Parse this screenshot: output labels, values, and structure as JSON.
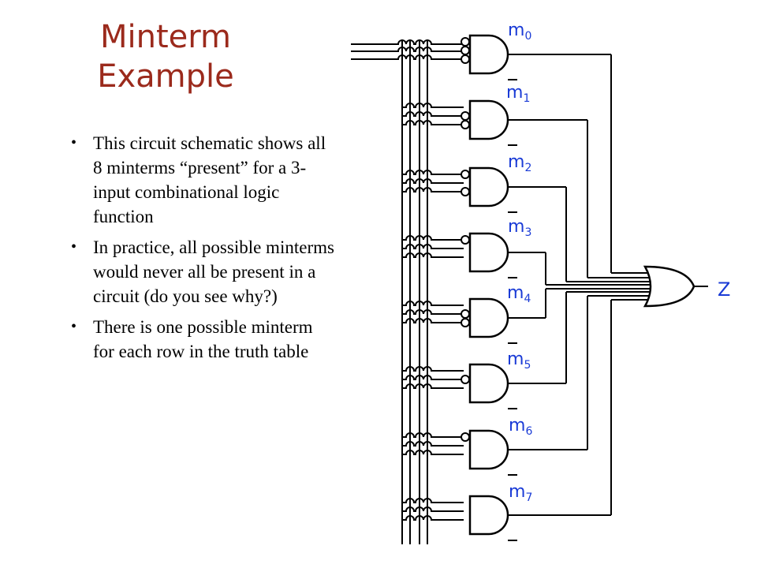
{
  "slide": {
    "title_line1": "Minterm",
    "title_line2": "Example",
    "bullets": [
      "This circuit schematic shows all 8 minterms “present” for a 3-input combinational logic function",
      "In practice, all possible minterms would never all be present in a circuit (do you see why?)",
      "There is one possible minterm for each row in the truth table"
    ]
  },
  "schematic": {
    "minterms": [
      {
        "label": "m",
        "sub": "0"
      },
      {
        "label": "m",
        "sub": "1"
      },
      {
        "label": "m",
        "sub": "2"
      },
      {
        "label": "m",
        "sub": "3"
      },
      {
        "label": "m",
        "sub": "4"
      },
      {
        "label": "m",
        "sub": "5"
      },
      {
        "label": "m",
        "sub": "6"
      },
      {
        "label": "m",
        "sub": "7"
      }
    ],
    "output_label": "Z"
  },
  "colors": {
    "title": "#9b2a1c",
    "label": "#1a3bd6",
    "wire": "#000000"
  }
}
